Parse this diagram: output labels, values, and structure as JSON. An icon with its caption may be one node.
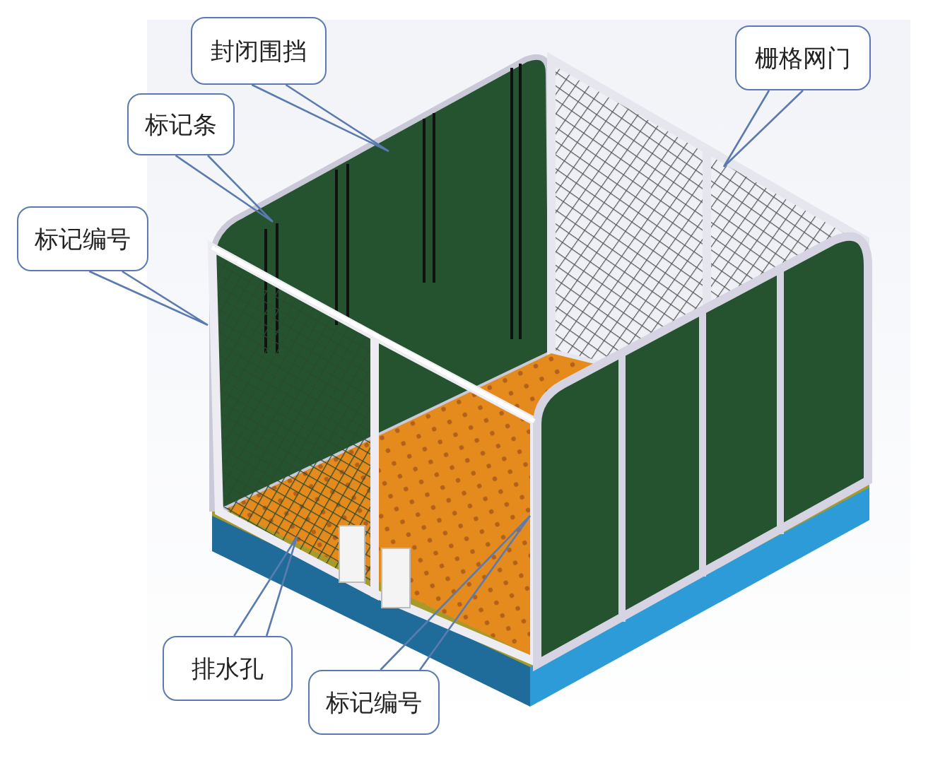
{
  "diagram": {
    "nodes": [
      {
        "text": [
          "封闭围挡"
        ]
      },
      {
        "text": [
          "标记条"
        ]
      },
      {
        "text": [
          "标记编号"
        ]
      },
      {
        "text": [
          "栅格网门"
        ]
      },
      {
        "text": [
          "排水孔"
        ]
      },
      {
        "text": [
          "标记编号"
        ]
      }
    ],
    "edges": [
      {
        "from": 0,
        "to": null,
        "arrow": "none"
      },
      {
        "from": 1,
        "to": null,
        "arrow": "none"
      },
      {
        "from": 2,
        "to": null,
        "arrow": "none"
      },
      {
        "from": 3,
        "to": null,
        "arrow": "none"
      },
      {
        "from": 4,
        "to": null,
        "arrow": "none"
      },
      {
        "from": 5,
        "to": null,
        "arrow": "none"
      }
    ]
  }
}
